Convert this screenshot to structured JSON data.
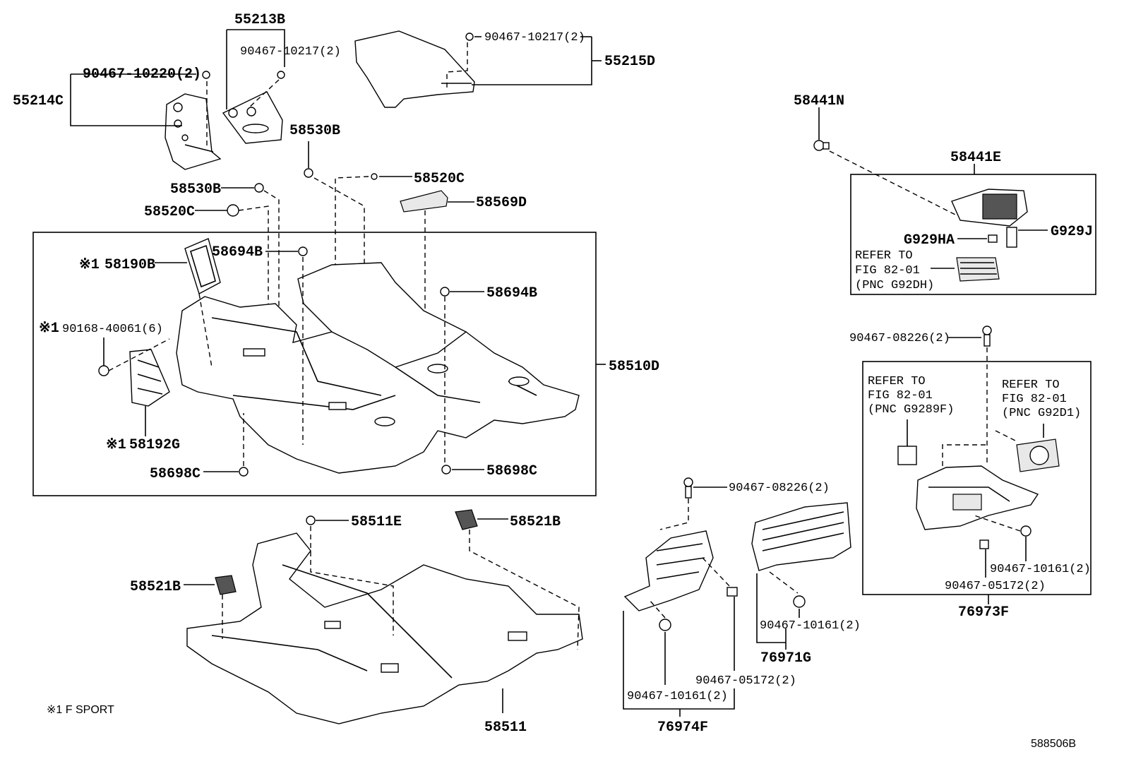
{
  "labels": {
    "p55213B": "55213B",
    "p90467_10217_a": "90467-10217(2)",
    "p90467_10217_b": "90467-10217(2)",
    "p55215D": "55215D",
    "p90467_10220": "90467-10220(2)",
    "p55214C": "55214C",
    "p58530B_a": "58530B",
    "p58520C_a": "58520C",
    "p58530B_b": "58530B",
    "p58520C_b": "58520C",
    "p58569D": "58569D",
    "p58694B_a": "58694B",
    "p58190B": "58190B",
    "p58694B_b": "58694B",
    "p90168": "90168-40061(6)",
    "p58510D": "58510D",
    "p58192G": "58192G",
    "p58698C_a": "58698C",
    "p58698C_b": "58698C",
    "p58511E": "58511E",
    "p58521B_a": "58521B",
    "p58521B_b": "58521B",
    "p58511": "58511",
    "p58441N": "58441N",
    "p58441E": "58441E",
    "pG929HA": "G929HA",
    "pG929J": "G929J",
    "refer1_l1": "REFER TO",
    "refer1_l2": "FIG 82-01",
    "refer1_l3": "(PNC G92DH)",
    "p90467_08226_a": "90467-08226(2)",
    "refer2_l1": "REFER TO",
    "refer2_l2": "FIG 82-01",
    "refer2_l3": "(PNC G9289F)",
    "refer3_l1": "REFER TO",
    "refer3_l2": "FIG 82-01",
    "refer3_l3": "(PNC G92D1)",
    "p90467_10161_a": "90467-10161(2)",
    "p90467_05172_a": "90467-05172(2)",
    "p76973F": "76973F",
    "p90467_08226_b": "90467-08226(2)",
    "p90467_10161_b": "90467-10161(2)",
    "p76971G": "76971G",
    "p90467_05172_b": "90467-05172(2)",
    "p90467_10161_c": "90467-10161(2)",
    "p76974F": "76974F",
    "mark1": "※1",
    "mark2": "※1",
    "mark3": "※1",
    "footnote": "※1 F SPORT",
    "figure_code": "588506B"
  }
}
